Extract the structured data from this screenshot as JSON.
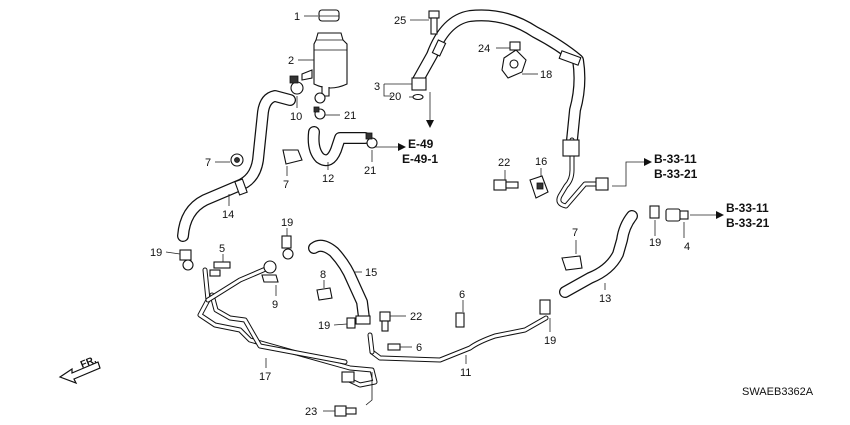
{
  "callouts": {
    "n1": "1",
    "n2": "2",
    "n3": "3",
    "n4": "4",
    "n5": "5",
    "n6a": "6",
    "n6b": "6",
    "n7a": "7",
    "n7b": "7",
    "n7c": "7",
    "n8": "8",
    "n9": "9",
    "n10": "10",
    "n11": "11",
    "n12": "12",
    "n13": "13",
    "n14": "14",
    "n15": "15",
    "n16": "16",
    "n17": "17",
    "n18": "18",
    "n19a": "19",
    "n19b": "19",
    "n19c": "19",
    "n19d": "19",
    "n19e": "19",
    "n20": "20",
    "n21a": "21",
    "n21b": "21",
    "n22a": "22",
    "n22b": "22",
    "n23": "23",
    "n24": "24",
    "n25": "25"
  },
  "references": {
    "e49": "E-49",
    "e49_1": "E-49-1",
    "b3311_a": "B-33-11",
    "b3321_a": "B-33-21",
    "b3311_b": "B-33-11",
    "b3321_b": "B-33-21"
  },
  "front_indicator": "FR.",
  "diagram_code": "SWAEB3362A"
}
